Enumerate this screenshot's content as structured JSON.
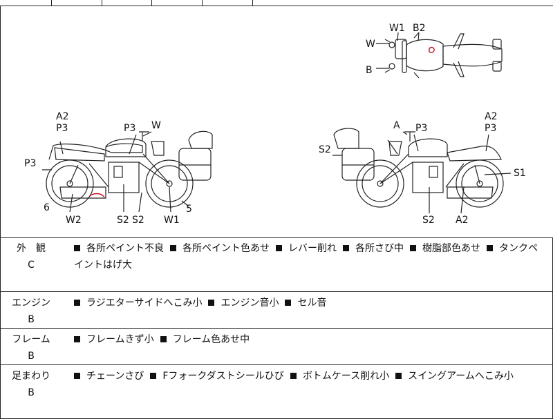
{
  "labels": {
    "top_W1": "W1",
    "top_B2": "B2",
    "top_W": "W",
    "top_B": "B",
    "left_A2": "A2",
    "left_P3a": "P3",
    "left_P3b": "P3",
    "left_W": "W",
    "left_P3c": "P3",
    "left_6": "6",
    "left_W2": "W2",
    "left_S2a": "S2",
    "left_S2b": "S2",
    "left_W1": "W1",
    "left_5": "5",
    "right_A": "A",
    "right_P3a": "P3",
    "right_A2a": "A2",
    "right_P3b": "P3",
    "right_S2a": "S2",
    "right_S1": "S1",
    "right_S2b": "S2",
    "right_A2b": "A2"
  },
  "conditions": [
    {
      "name": "外　観",
      "grade": "C",
      "items": [
        "各所ペイント不良",
        "各所ペイント色あせ",
        "レバー削れ",
        "各所さび中",
        "樹脂部色あせ",
        "タンクペイントはげ大"
      ]
    },
    {
      "name": "エンジン",
      "grade": "B",
      "items": [
        "ラジエターサイドへこみ小",
        "エンジン音小",
        "セル音"
      ]
    },
    {
      "name": "フレーム",
      "grade": "B",
      "items": [
        "フレームきず小",
        "フレーム色あせ中"
      ]
    },
    {
      "name": "足まわり",
      "grade": "B",
      "items": [
        "チェーンさび",
        "Fフォークダストシールひび",
        "ボトムケース削れ小",
        "スイングアームへこみ小"
      ]
    }
  ],
  "colors": {
    "line": "#222222",
    "damage_mark": "#d0141e"
  }
}
